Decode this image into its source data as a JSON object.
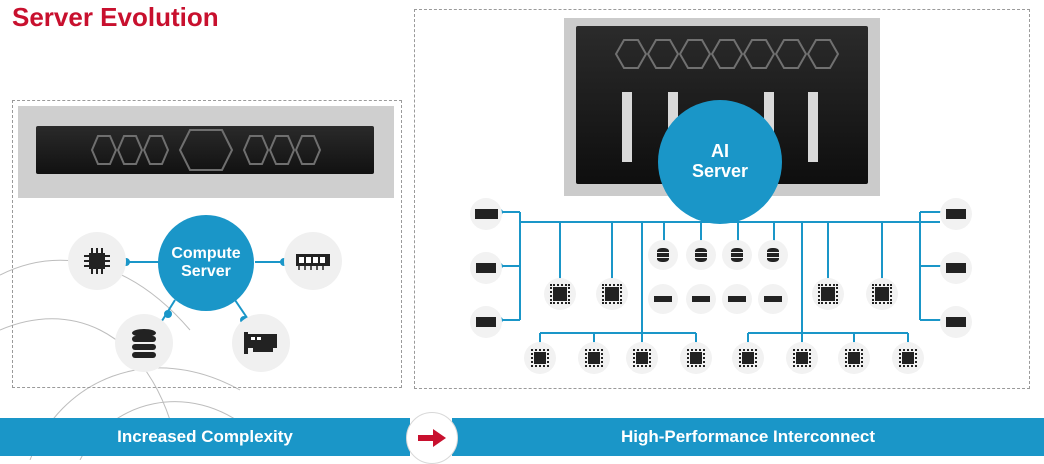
{
  "title": "Server Evolution",
  "left_panel": {
    "hub_label_line1": "Compute",
    "hub_label_line2": "Server",
    "nodes": [
      "cpu-icon",
      "memory-icon",
      "database-icon",
      "network-card-icon"
    ]
  },
  "right_panel": {
    "hub_label_line1": "AI",
    "hub_label_line2": "Server",
    "nodes": [
      "network-card-icon",
      "cpu-icon",
      "database-icon",
      "memory-icon",
      "gpu-icon"
    ]
  },
  "bottom": {
    "left_label": "Increased Complexity",
    "right_label": "High-Performance Interconnect",
    "arrow_icon": "right-arrow-icon"
  },
  "colors": {
    "title": "#c8102e",
    "accent": "#1a96c8",
    "arrow": "#c8102e"
  }
}
